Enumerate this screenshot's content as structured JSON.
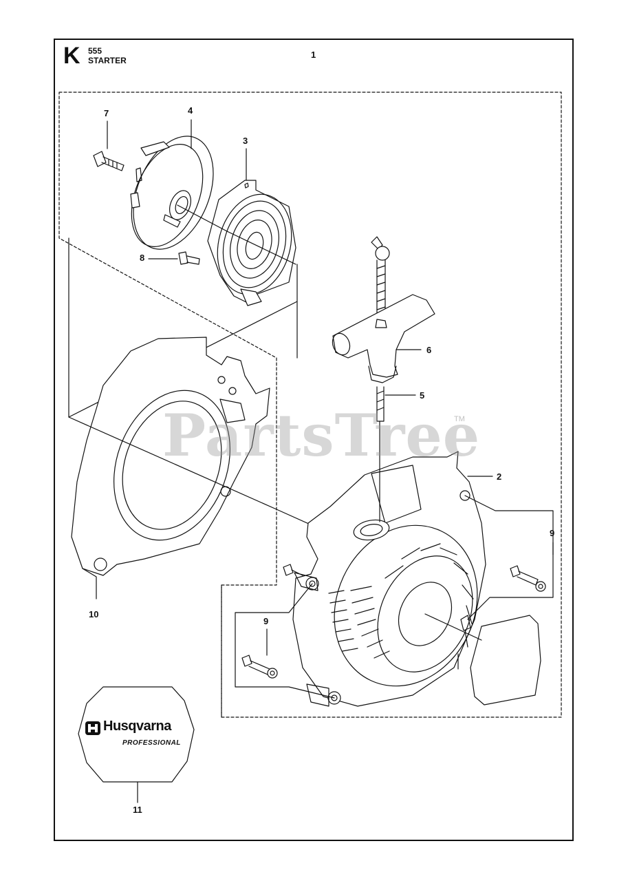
{
  "header": {
    "section_letter": "K",
    "model": "555",
    "title": "STARTER",
    "page_number": "1"
  },
  "callouts": {
    "c1": "7",
    "c2": "4",
    "c3": "3",
    "c4": "8",
    "c5": "6",
    "c6": "5",
    "c7": "2",
    "c8": "9",
    "c9": "9",
    "c10": "10",
    "c11": "11"
  },
  "decal": {
    "brand": "Husqvarna",
    "line": "PROFESSIONAL"
  },
  "watermark": {
    "text": "PartsTree",
    "tm": "TM"
  }
}
